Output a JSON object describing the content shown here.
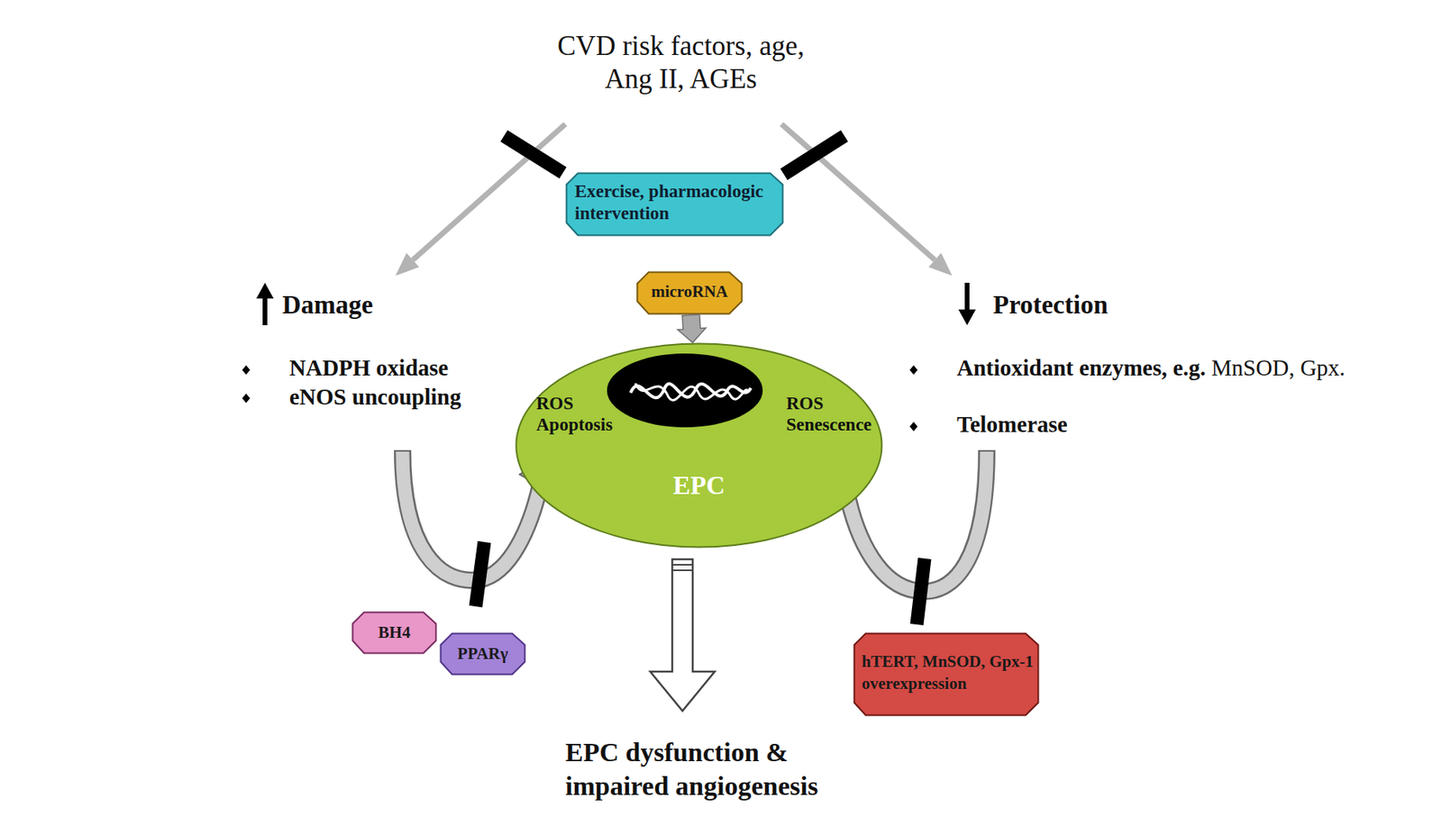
{
  "diagram": {
    "nodes": [
      {
        "text": [
          "Exercise, pharmacologic intervention"
        ]
      },
      {
        "text": [
          "microRNA"
        ]
      },
      {
        "text": [
          "ROS Apoptosis",
          "ROS Senescence",
          "EPC"
        ]
      },
      {
        "text": [
          "BH4"
        ]
      },
      {
        "text": [
          "PPARγ"
        ]
      },
      {
        "text": [
          "hTERT, MnSOD, Gpx-1 overexpression"
        ]
      }
    ],
    "edges": [
      {
        "from": 1,
        "to": 2,
        "arrow": "to"
      }
    ],
    "labels": [
      "CVD risk factors, age, Ang II, AGEs",
      "Damage",
      "NADPH oxidase",
      "eNOS uncoupling",
      "Protection",
      "Antioxidant enzymes, e.g.",
      "MnSOD, Gpx.",
      "Telomerase",
      "EPC dysfunction & impaired angiogenesis"
    ]
  }
}
